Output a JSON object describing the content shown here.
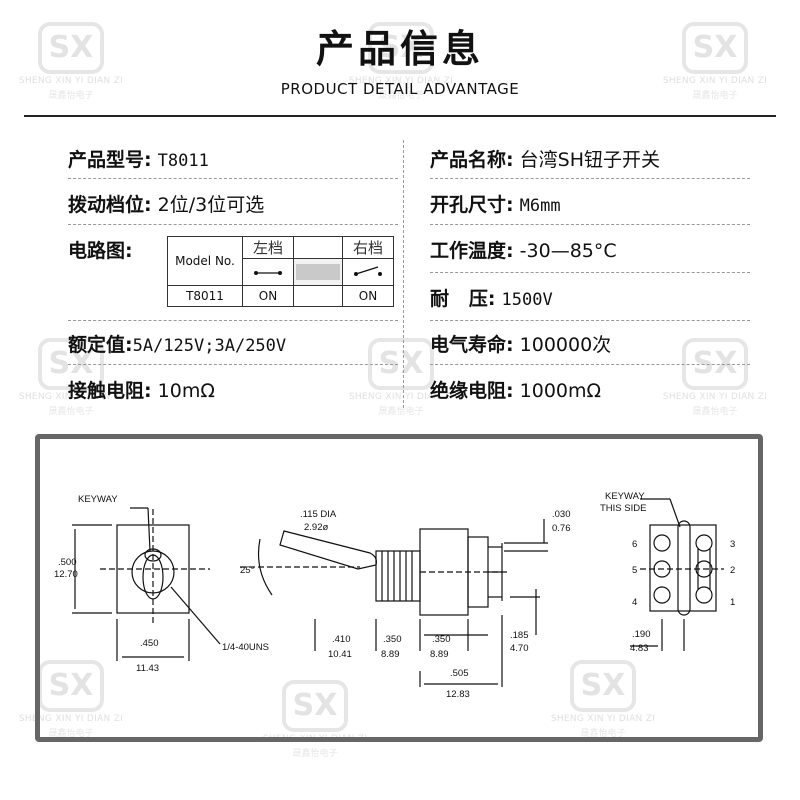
{
  "header": {
    "title": "产品信息",
    "subtitle": "PRODUCT DETAIL ADVANTAGE"
  },
  "watermark": {
    "logo": "SX",
    "line1": "SHENG XIN YI DIAN ZI",
    "line2": "晟鑫怡电子"
  },
  "specs": {
    "model_label": "产品型号:",
    "model_value": "T8011",
    "name_label": "产品名称:",
    "name_value": "台湾SH钮子开关",
    "position_label": "拨动档位:",
    "position_value": "2位/3位可选",
    "hole_label": "开孔尺寸:",
    "hole_value": "M6mm",
    "circuit_label": "电路图:",
    "temp_label": "工作温度:",
    "temp_value": "-30—85°C",
    "voltage_label": "耐   压:",
    "voltage_value": "1500V",
    "rating_label": "额定值:",
    "rating_value": "5A/125V;3A/250V",
    "life_label": "电气寿命:",
    "life_value": "100000次",
    "contact_label": "接触电阻:",
    "contact_value": "10mΩ",
    "insulation_label": "绝缘电阻:",
    "insulation_value": "1000mΩ"
  },
  "circuit_table": {
    "model_header": "Model No.",
    "left_header": "左档",
    "right_header": "右档",
    "model_value": "T8011",
    "left_value": "ON",
    "right_value": "ON"
  },
  "drawing": {
    "keyway": "KEYWAY",
    "keyway_this_side": [
      "KEYWAY",
      "THIS SIDE"
    ],
    "height_in": ".500",
    "height_mm": "12.70",
    "width_in": ".450",
    "width_mm": "11.43",
    "thread": "1/4-40UNS",
    "dia_in": ".115 DIA",
    "dia_mm": "2.92ø",
    "angle": "25°",
    "d410_in": ".410",
    "d410_mm": "10.41",
    "d350a_in": ".350",
    "d350a_mm": "8.89",
    "d350b_in": ".350",
    "d350b_mm": "8.89",
    "d030_in": ".030",
    "d030_mm": "0.76",
    "d185_in": ".185",
    "d185_mm": "4.70",
    "d505_in": ".505",
    "d505_mm": "12.83",
    "d190_in": ".190",
    "d190_mm": "4.83",
    "pins_left": [
      "6",
      "5",
      "4"
    ],
    "pins_right": [
      "3",
      "2",
      "1"
    ]
  }
}
